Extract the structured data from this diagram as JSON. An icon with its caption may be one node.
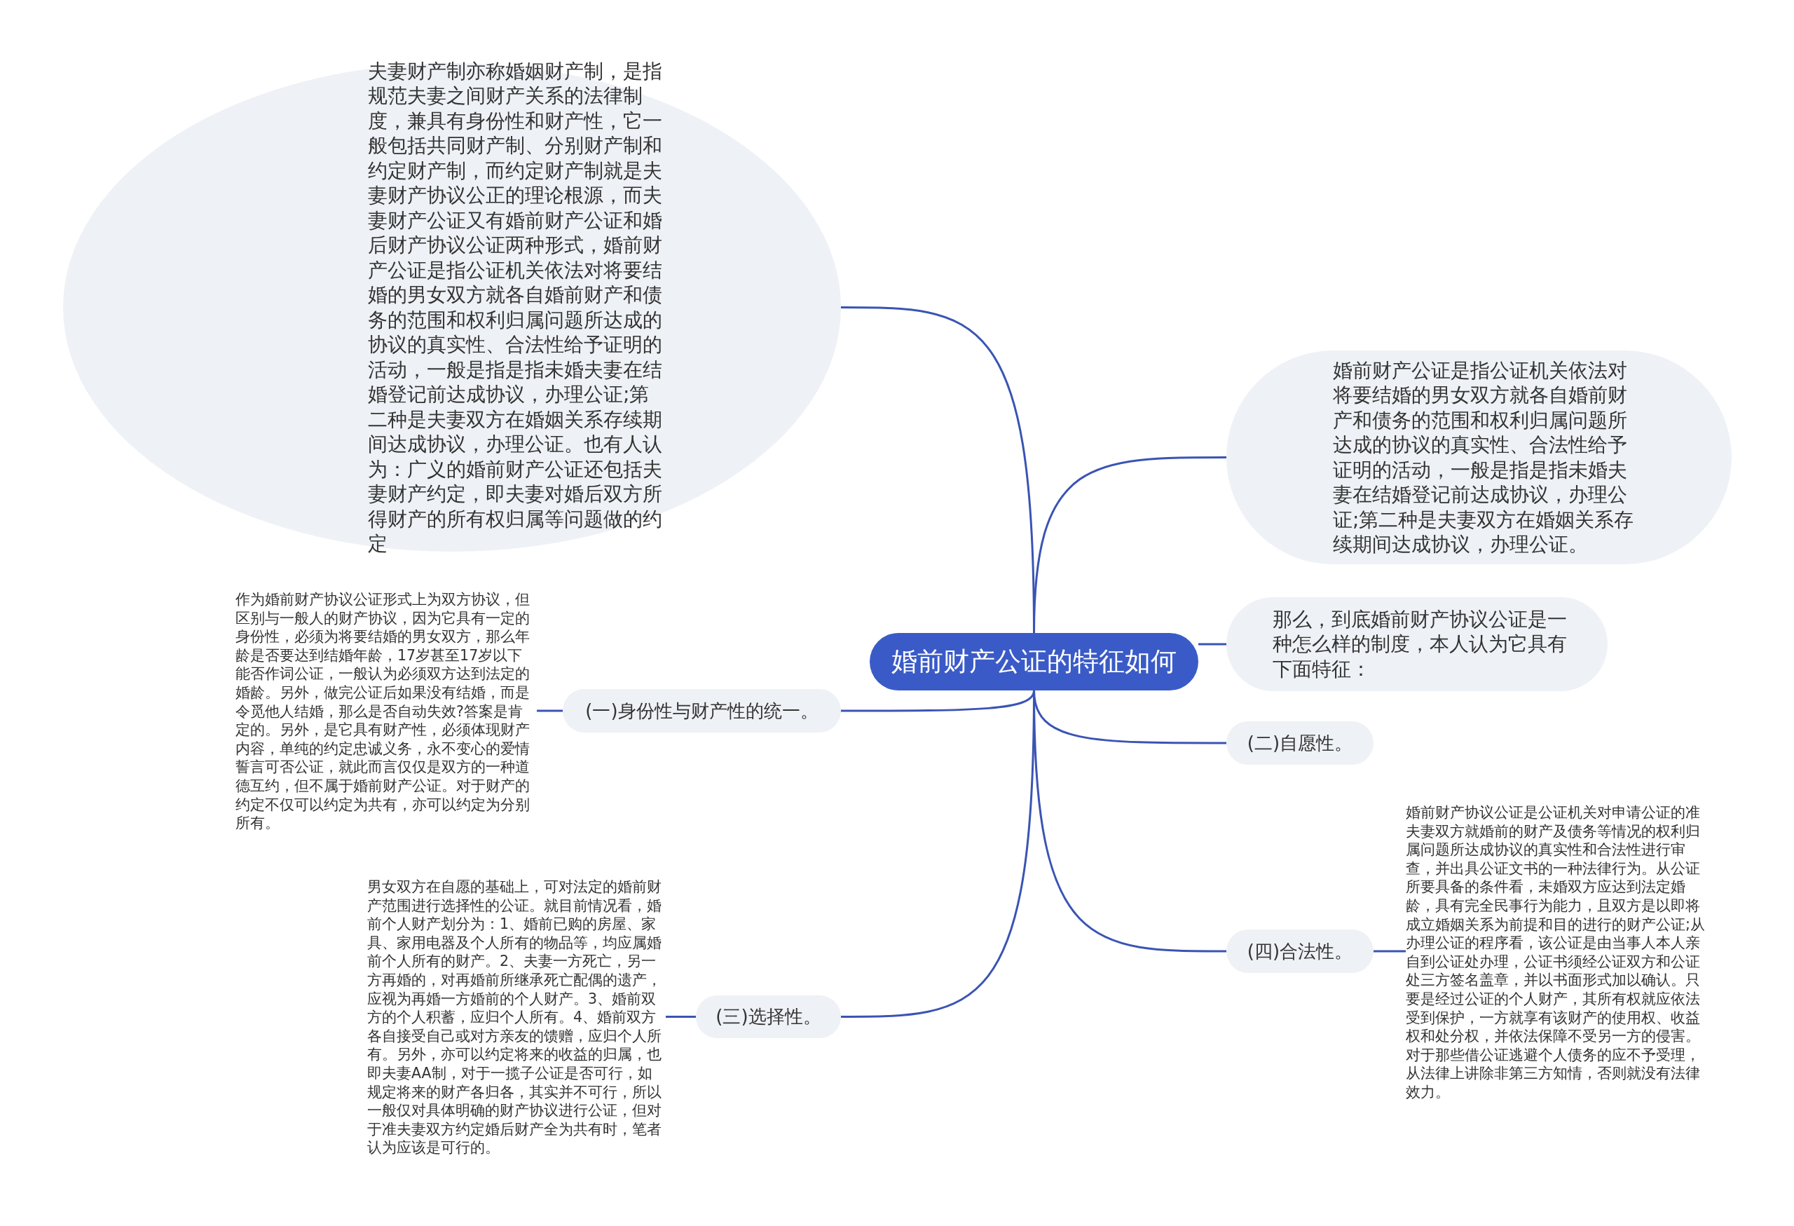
{
  "diagram": {
    "nodes": [
      {
        "text": [
          "婚前财产公证的特征如何"
        ]
      },
      {
        "text": [
          "夫妻财产制亦称婚姻财产制，是指规范夫妻之间财产关系的法律制度，兼具有身份性和财产性，它一般包括共同财产制、分别财产制和约定财产制，而约定财产制就是夫妻财产协议公正的理论根源，而夫妻财产公证又有婚前财产公证和婚后财产协议公证两种形式，婚前财产公证是指公证机关依法对将要结婚的男女双方就各自婚前财产和债务的范围和权利归属问题所达成的协议的真实性、合法性给予证明的活动，一般是指是指未婚夫妻在结婚登记前达成协议，办理公证;第二种是夫妻双方在婚姻关系存续期间达成协议，办理公证。也有人认为：广义的婚前财产公证还包括夫妻财产约定，即夫妻对婚后双方所得财产的所有权归属等问题做的约定"
        ]
      },
      {
        "text": [
          "婚前财产公证是指公证机关依法对将要结婚的男女双方就各自婚前财产和债务的范围和权利归属问题所达成的协议的真实性、合法性给予证明的活动，一般是指是指未婚夫妻在结婚登记前达成协议，办理公证;第二种是夫妻双方在婚姻关系存续期间达成协议，办理公证。"
        ]
      },
      {
        "text": [
          "那么，到底婚前财产协议公证是一种怎么样的制度，本人认为它具有下面特征："
        ]
      },
      {
        "text": [
          "(一)身份性与财产性的统一。"
        ]
      },
      {
        "text": [
          "作为婚前财产协议公证形式上为双方协议，但区别与一般人的财产协议，因为它具有一定的身份性，必须为将要结婚的男女双方，那么年龄是否要达到结婚年龄，17岁甚至17岁以下能否作词公证，一般认为必须双方达到法定的婚龄。另外，做完公证后如果没有结婚，而是令觅他人结婚，那么是否自动失效?答案是肯定的。另外，是它具有财产性，必须体现财产内容，单纯的约定忠诚义务，永不变心的爱情誓言可否公证，就此而言仅仅是双方的一种道德互约，但不属于婚前财产公证。对于财产的约定不仅可以约定为共有，亦可以约定为分别所有。"
        ]
      },
      {
        "text": [
          "(二)自愿性。"
        ]
      },
      {
        "text": [
          "(三)选择性。"
        ]
      },
      {
        "text": [
          "男女双方在自愿的基础上，可对法定的婚前财产范围进行选择性的公证。就目前情况看，婚前个人财产划分为：1、婚前已购的房屋、家具、家用电器及个人所有的物品等，均应属婚前个人所有的财产。2、夫妻一方死亡，另一方再婚的，对再婚前所继承死亡配偶的遗产，应视为再婚一方婚前的个人财产。3、婚前双方的个人积蓄，应归个人所有。4、婚前双方各自接受自己或对方亲友的馈赠，应归个人所有。另外，亦可以约定将来的收益的归属，也即夫妻AA制，对于一揽子公证是否可行，如规定将来的财产各归各，其实并不可行，所以一般仅对具体明确的财产协议进行公证，但对于准夫妻双方约定婚后财产全为共有时，笔者认为应该是可行的。"
        ]
      },
      {
        "text": [
          "(四)合法性。"
        ]
      },
      {
        "text": [
          "婚前财产协议公证是公证机关对申请公证的准夫妻双方就婚前的财产及债务等情况的权利归属问题所达成协议的真实性和合法性进行审查，并出具公证文书的一种法律行为。从公证所要具备的条件看，未婚双方应达到法定婚龄，具有完全民事行为能力，且双方是以即将成立婚姻关系为前提和目的进行的财产公证;从办理公证的程序看，该公证是由当事人本人亲自到公证处办理，公证书须经公证双方和公证处三方签名盖章，并以书面形式加以确认。只要是经过公证的个人财产，其所有权就应依法受到保护，一方就享有该财产的使用权、收益权和处分权，并依法保障不受另一方的侵害。对于那些借公证逃避个人债务的应不予受理，从法律上讲除非第三方知情，否则就没有法律效力。"
        ]
      }
    ],
    "edges": [
      {
        "from": 0,
        "to": 1,
        "arrow": "none"
      },
      {
        "from": 0,
        "to": 2,
        "arrow": "none"
      },
      {
        "from": 0,
        "to": 3,
        "arrow": "none"
      },
      {
        "from": 0,
        "to": 4,
        "arrow": "none"
      },
      {
        "from": 4,
        "to": 5,
        "arrow": "none"
      },
      {
        "from": 0,
        "to": 6,
        "arrow": "none"
      },
      {
        "from": 0,
        "to": 7,
        "arrow": "none"
      },
      {
        "from": 7,
        "to": 8,
        "arrow": "none"
      },
      {
        "from": 0,
        "to": 9,
        "arrow": "none"
      },
      {
        "from": 9,
        "to": 10,
        "arrow": "none"
      }
    ]
  }
}
